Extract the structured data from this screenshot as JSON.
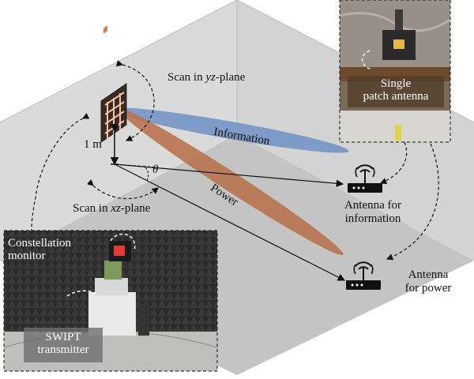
{
  "labels": {
    "scan_yz_prefix": "Scan in ",
    "scan_yz_italic": "yz",
    "scan_yz_suffix": "-plane",
    "scan_xz_prefix": "Scan in ",
    "scan_xz_italic": "xz",
    "scan_xz_suffix": "-plane",
    "distance": "1 m",
    "angle": "θ",
    "information_beam": "Information",
    "power_beam": "Power",
    "antenna_info_line1": "Antenna for",
    "antenna_info_line2": "information",
    "antenna_power_line1": "Antenna",
    "antenna_power_line2": "for power",
    "single_patch_line1": "Single",
    "single_patch_line2": "patch antenna",
    "constellation_line1": "Constellation",
    "constellation_line2": "monitor",
    "swipt_line1": "SWIPT",
    "swipt_line2": "transmitter"
  },
  "colors": {
    "information_beam": "#6f8fc4",
    "power_beam": "#b9734f",
    "room_wall": "#d9d9d9",
    "room_floor": "#c7c7c7",
    "patch_array": "#c86b4a"
  },
  "icons": [
    "antenna-router-icon",
    "patch-array-icon"
  ]
}
